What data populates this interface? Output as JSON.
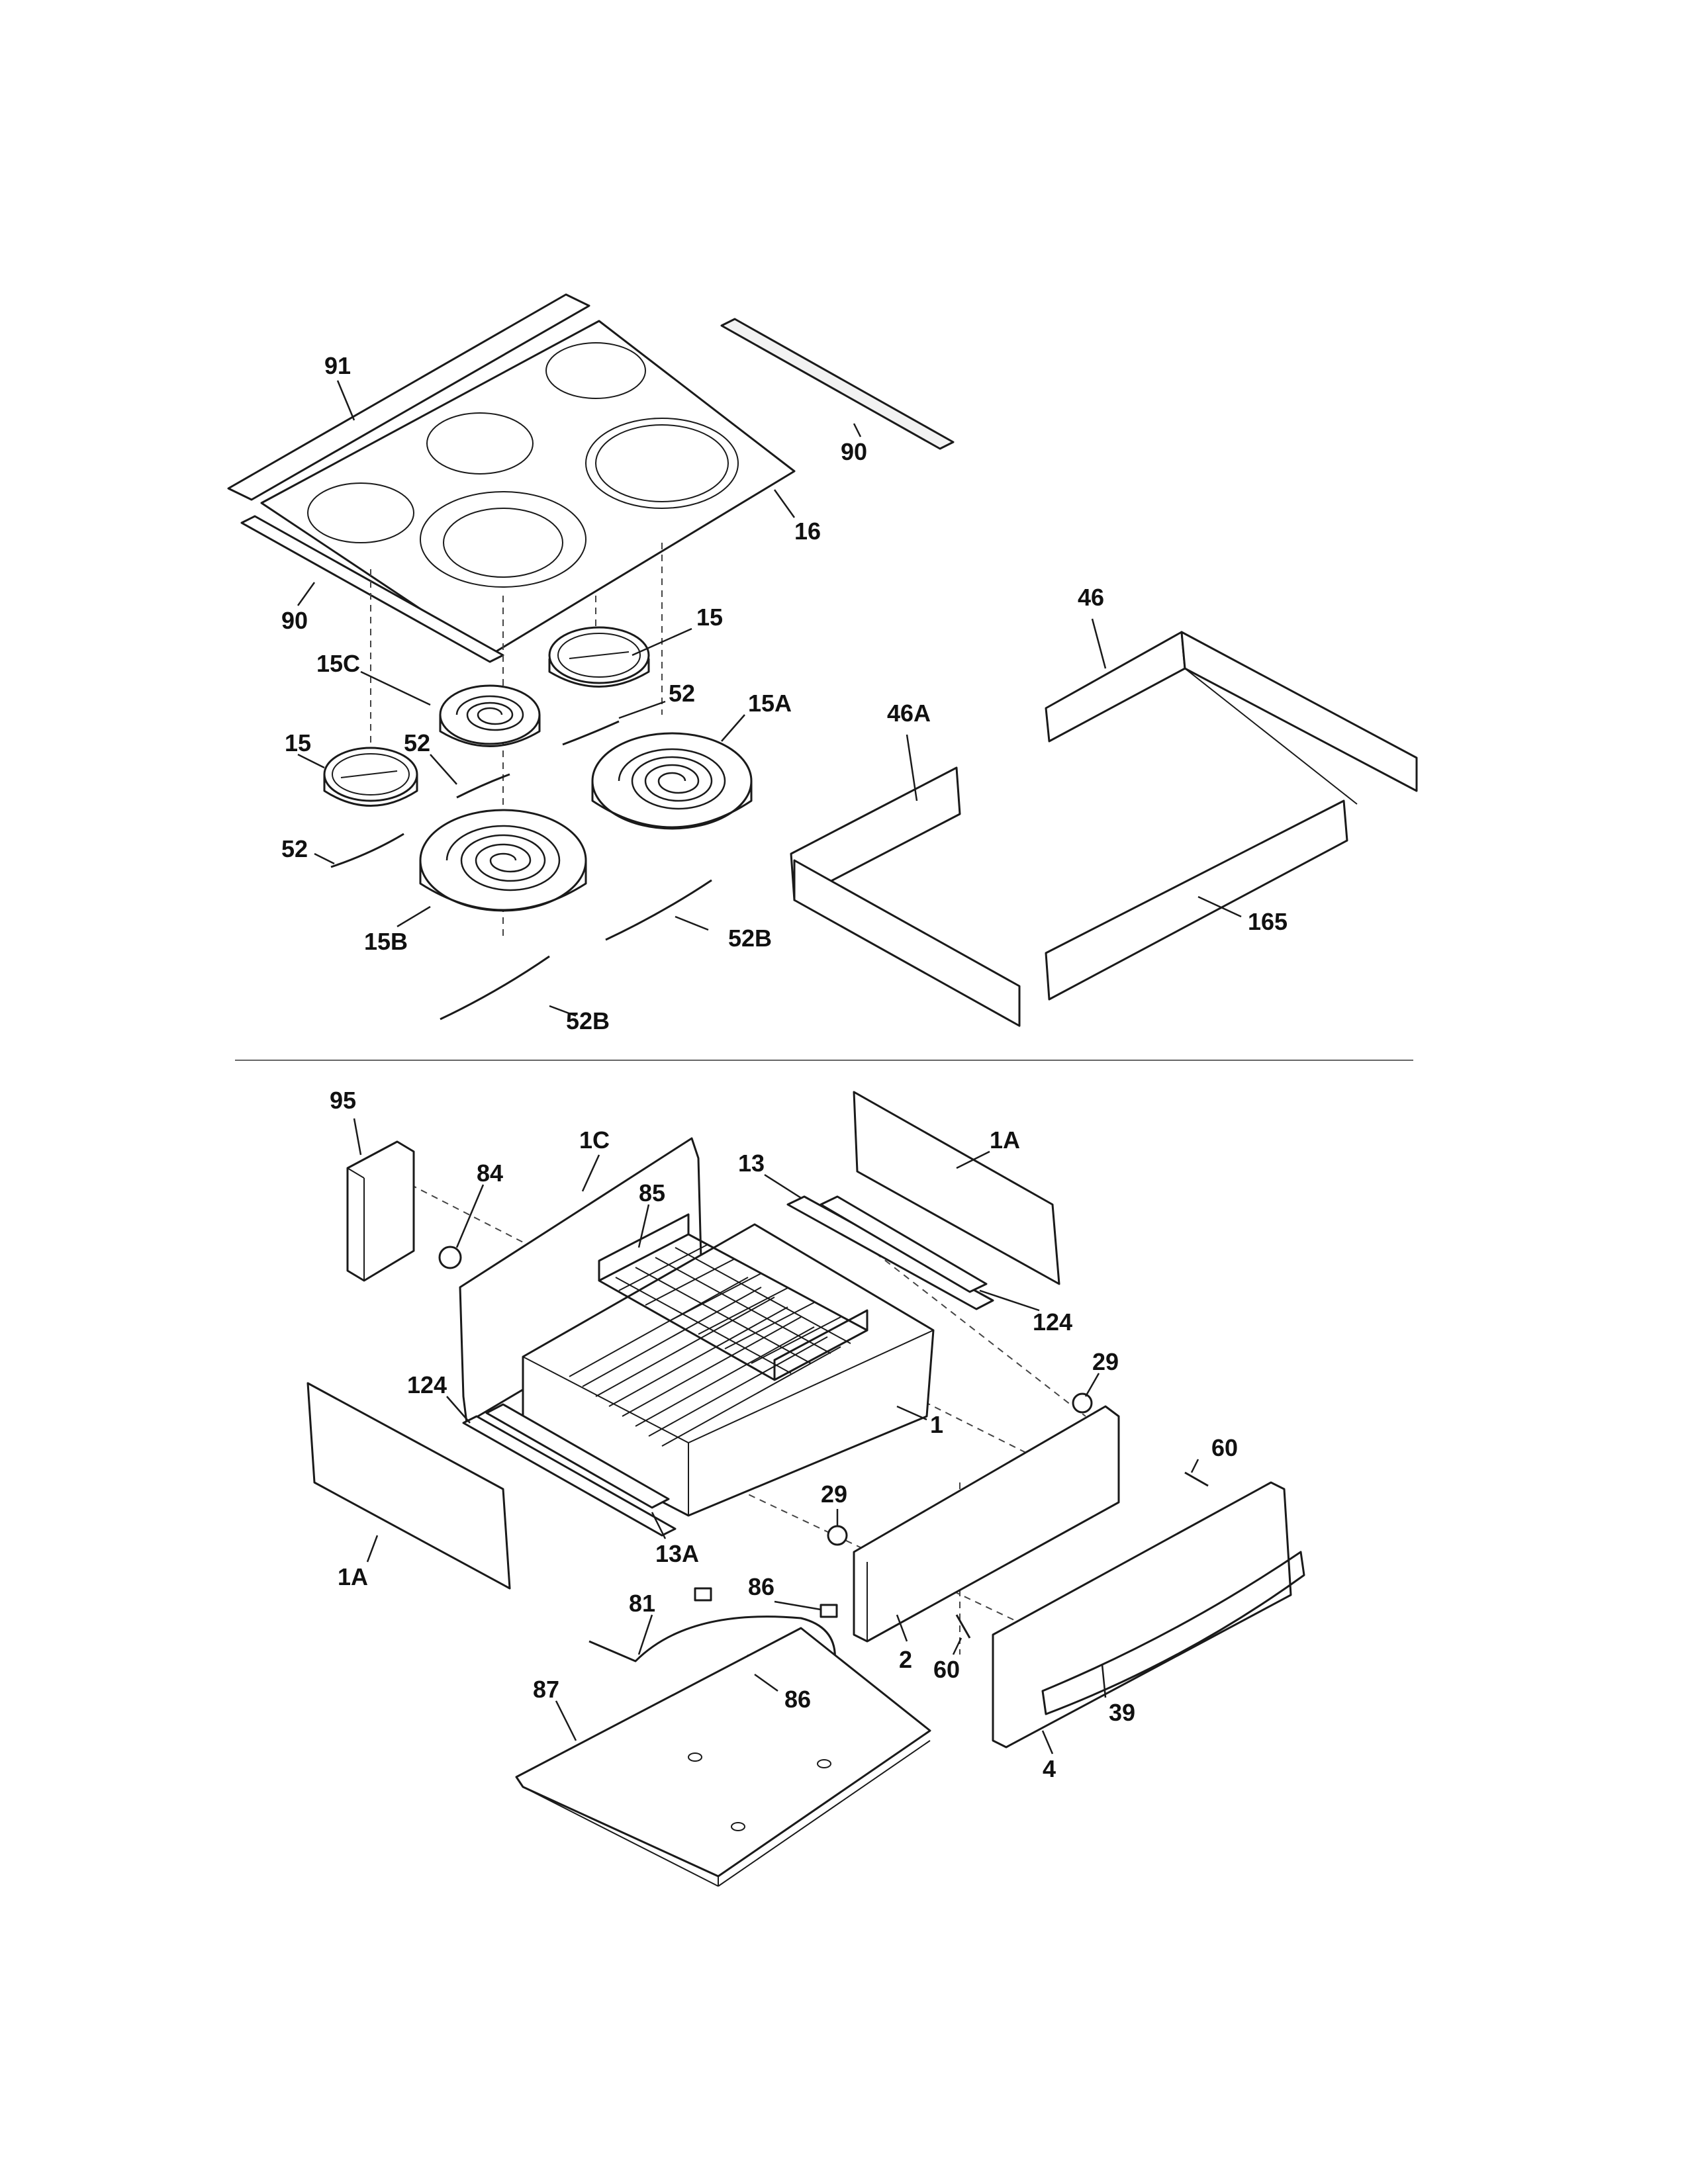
{
  "labels": {
    "l91": "91",
    "l90a": "90",
    "l16": "16",
    "l90b": "90",
    "l15a": "15",
    "l15c": "15C",
    "l52a": "52",
    "l15A": "15A",
    "l15b": "15",
    "l52b": "52",
    "l52c": "52",
    "l15B": "15B",
    "l52Ba": "52B",
    "l52Bb": "52B",
    "l46": "46",
    "l46A": "46A",
    "l165": "165",
    "l95": "95",
    "l84": "84",
    "l1C": "1C",
    "l85": "85",
    "l13": "13",
    "l1Aa": "1A",
    "l124a": "124",
    "l29a": "29",
    "l60a": "60",
    "l124b": "124",
    "l1": "1",
    "l29b": "29",
    "l1Ab": "1A",
    "l13A": "13A",
    "l86a": "86",
    "l81": "81",
    "l86b": "86",
    "l2": "2",
    "l60b": "60",
    "l39": "39",
    "l87": "87",
    "l4": "4"
  }
}
